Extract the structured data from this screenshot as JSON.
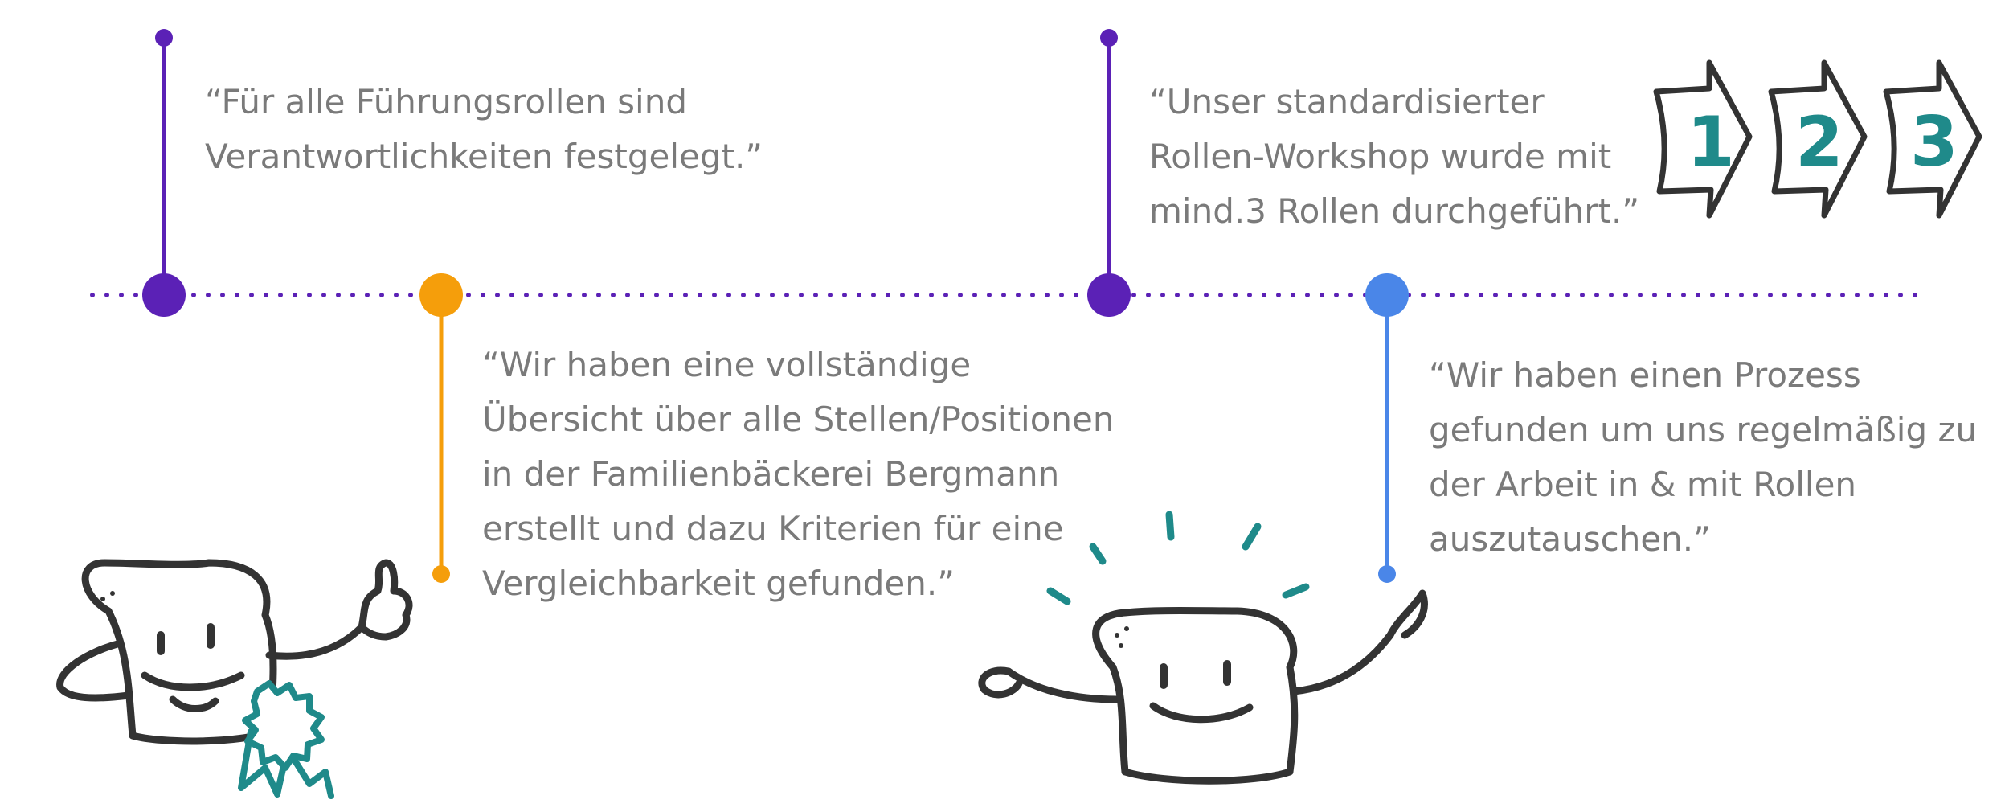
{
  "colors": {
    "purple": "#5b21b6",
    "orange": "#f59e0b",
    "blue": "#4a86e8",
    "teal": "#1f8a8a",
    "ink": "#333333",
    "text": "#7a7a7a",
    "dots": "#5b21b6"
  },
  "milestones": [
    {
      "color": "purple",
      "lines": [
        "“Für alle Führungsrollen sind",
        "Verantwortlichkeiten festgelegt.”"
      ]
    },
    {
      "color": "orange",
      "lines": [
        "“Wir haben eine vollständige",
        "Übersicht über alle Stellen/Positionen",
        "in der Familienbäckerei Bergmann",
        "erstellt und dazu Kriterien für eine",
        "Vergleichbarkeit gefunden.”"
      ]
    },
    {
      "color": "purple",
      "lines": [
        "“Unser standardisierter",
        "Rollen-Workshop wurde mit",
        "mind.3 Rollen durchgeführt.”"
      ]
    },
    {
      "color": "blue",
      "lines": [
        "“Wir haben einen Prozess",
        "gefunden um uns regelmäßig zu",
        "der Arbeit in & mit Rollen",
        "auszutauschen.”"
      ]
    }
  ],
  "step_arrows": [
    "1",
    "2",
    "3"
  ],
  "icons": [
    "toast-thumbs-up-icon",
    "award-rosette-icon",
    "toast-cheering-icon",
    "step-arrows-icon"
  ]
}
